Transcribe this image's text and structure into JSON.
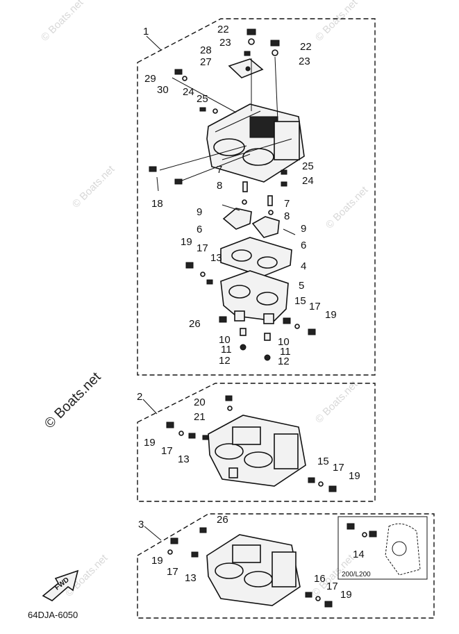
{
  "watermark": "© Boats.net",
  "diagram_code": "64DJA-6050",
  "fwd_label": "FWD",
  "inset_label": "200/L200",
  "assembly_labels": [
    "1",
    "2",
    "3"
  ],
  "callouts": [
    "22",
    "23",
    "28",
    "27",
    "22",
    "23",
    "29",
    "30",
    "24",
    "25",
    "7",
    "8",
    "25",
    "24",
    "18",
    "9",
    "7",
    "8",
    "6",
    "9",
    "6",
    "19",
    "17",
    "13",
    "4",
    "5",
    "15",
    "17",
    "19",
    "26",
    "10",
    "11",
    "12",
    "10",
    "11",
    "12",
    "20",
    "21",
    "19",
    "17",
    "13",
    "15",
    "17",
    "19",
    "26",
    "19",
    "17",
    "13",
    "14",
    "16",
    "17",
    "19"
  ]
}
